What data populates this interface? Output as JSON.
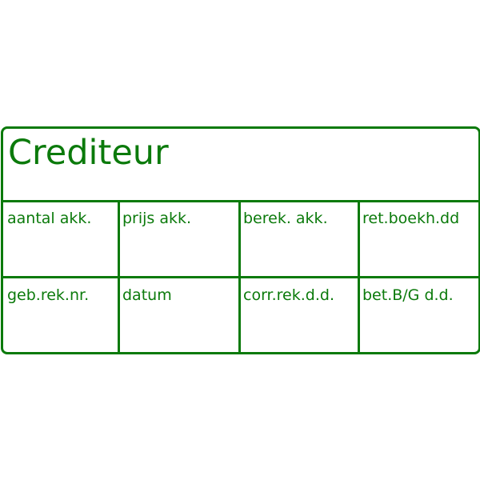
{
  "title": "Crediteur",
  "color": "#0b7a0b",
  "rows": [
    [
      "aantal akk.",
      "prijs akk.",
      "berek. akk.",
      "ret.boekh.dd"
    ],
    [
      "geb.rek.nr.",
      "datum",
      "corr.rek.d.d.",
      "bet.B/G d.d."
    ]
  ]
}
